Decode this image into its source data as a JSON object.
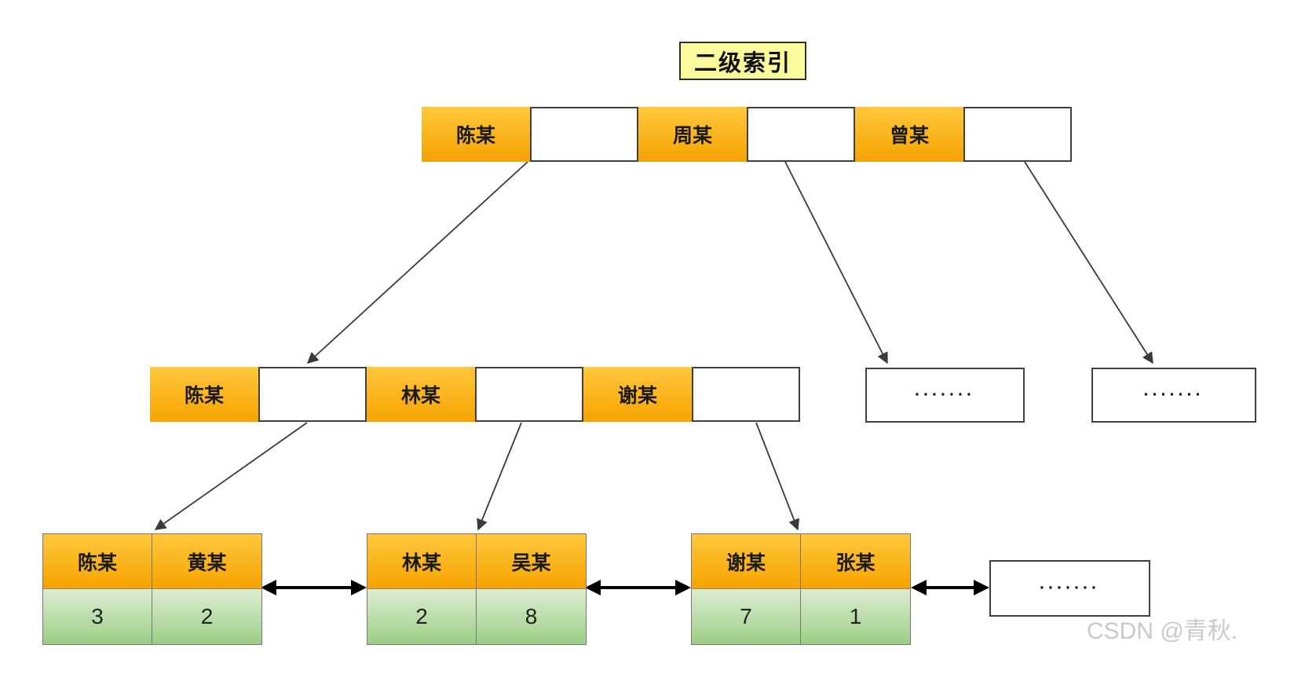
{
  "title": "二级索引",
  "ellipsis": "·······",
  "root_node": {
    "keys": [
      "陈某",
      "周某",
      "曾某"
    ]
  },
  "internal_node": {
    "keys": [
      "陈某",
      "林某",
      "谢某"
    ]
  },
  "leaf_nodes": [
    {
      "keys": [
        "陈某",
        "黄某"
      ],
      "values": [
        "3",
        "2"
      ]
    },
    {
      "keys": [
        "林某",
        "吴某"
      ],
      "values": [
        "2",
        "8"
      ]
    },
    {
      "keys": [
        "谢某",
        "张某"
      ],
      "values": [
        "7",
        "1"
      ]
    }
  ],
  "watermark": "CSDN @青秋.",
  "colors": {
    "key_cell_top": "#ffc83d",
    "key_cell_bottom": "#f6a300",
    "value_cell_top": "#ddeed3",
    "value_cell_bottom": "#9ccd84",
    "title_bg": "#fbfb9e",
    "edge": "#3a3a3a",
    "leaf_link": "#000000",
    "watermark": "#c9c9cd"
  }
}
